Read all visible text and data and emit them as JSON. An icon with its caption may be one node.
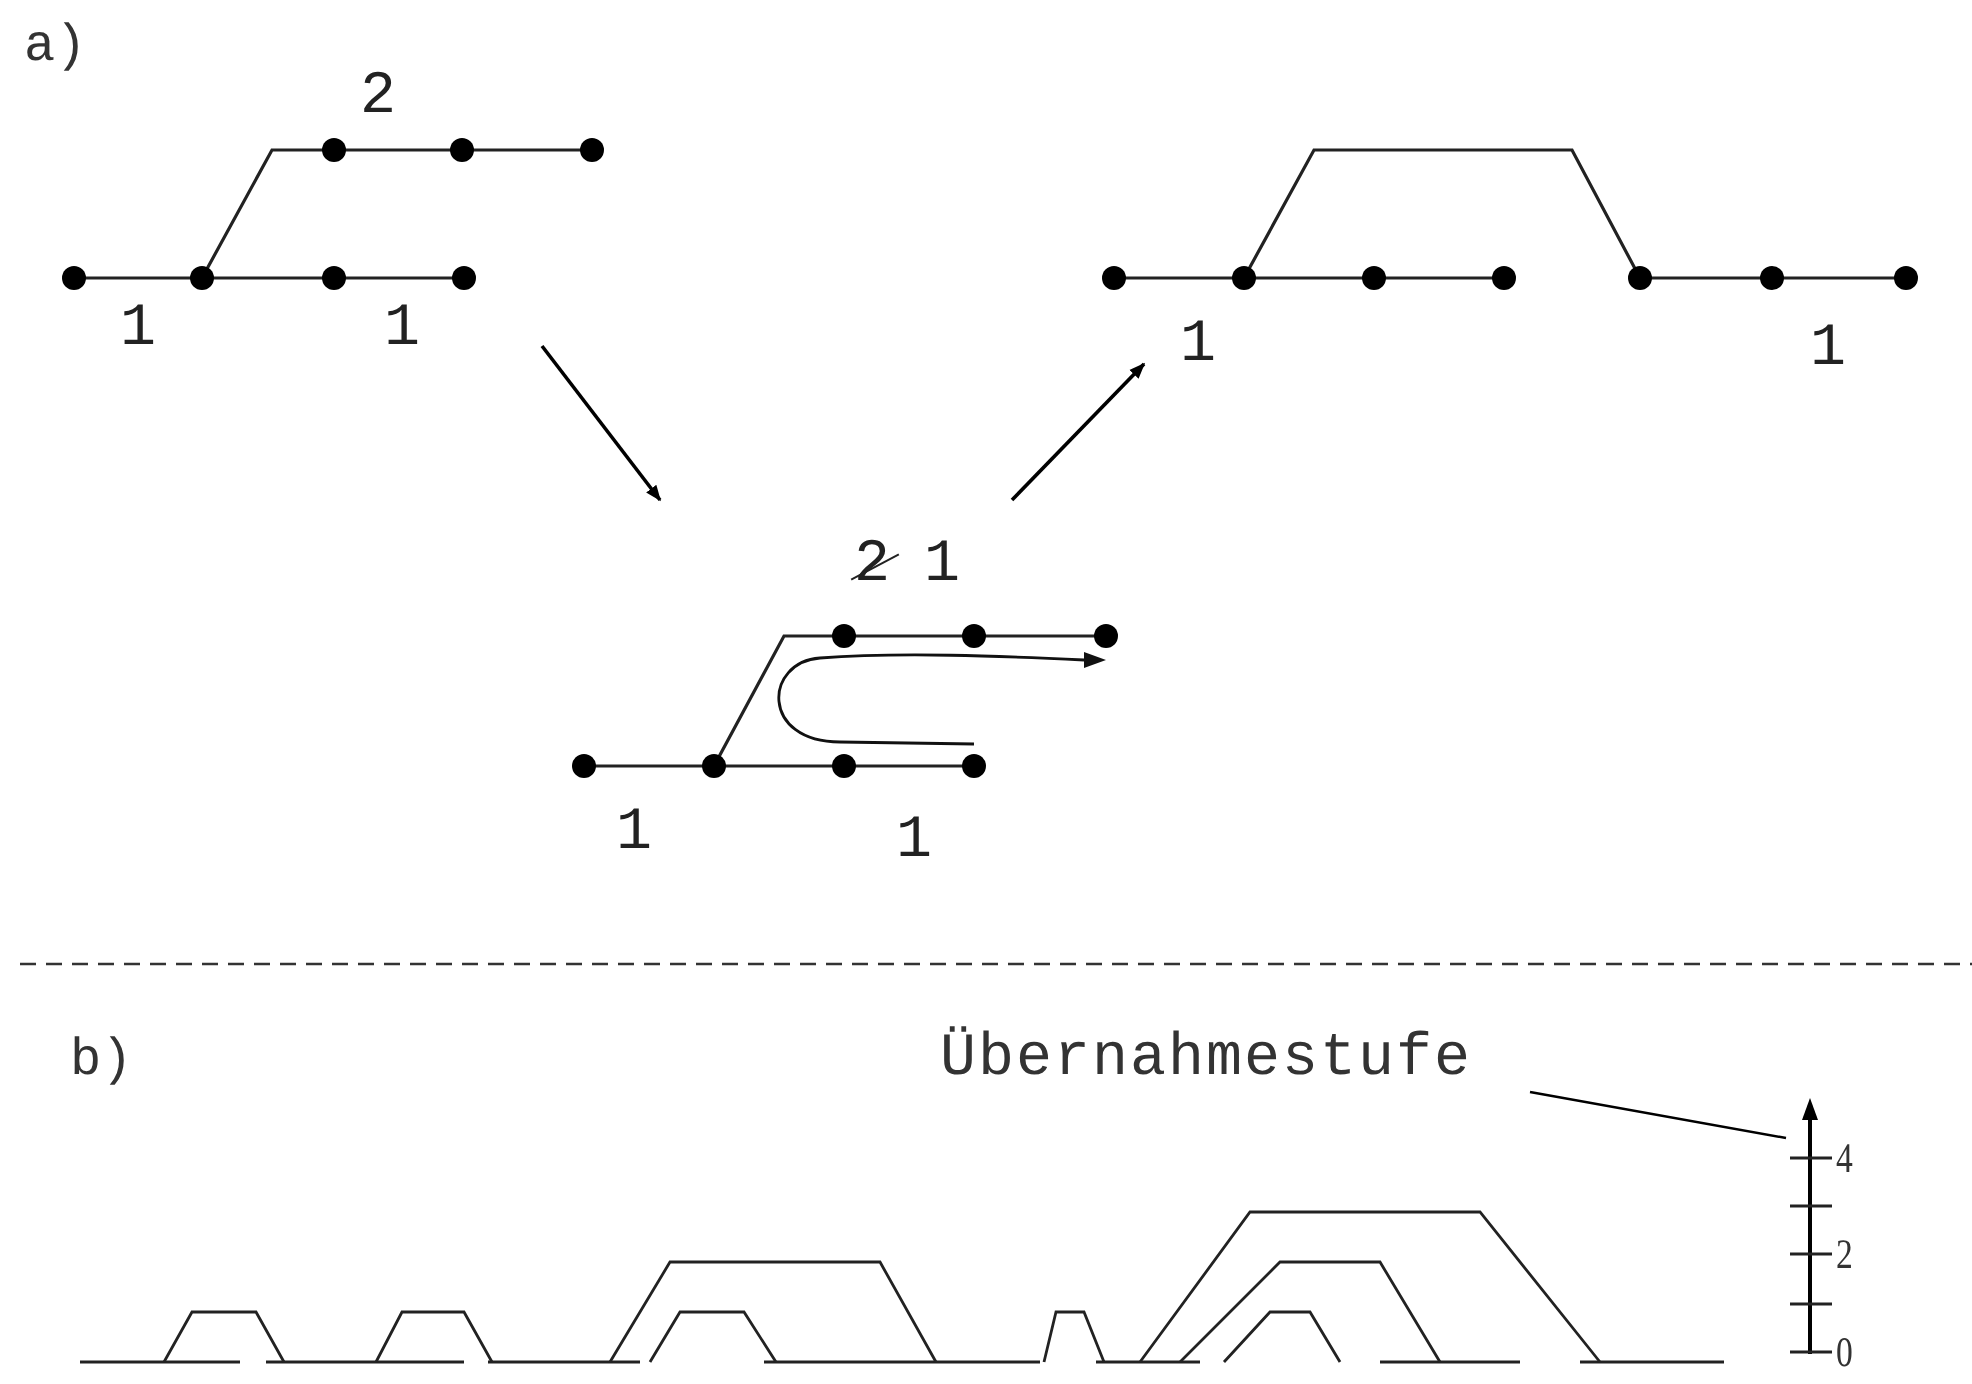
{
  "diagram": {
    "nodes": [
      {
        "text": [
          "2",
          "1",
          "1"
        ]
      },
      {
        "text": [
          "2",
          "1",
          "1",
          "1"
        ]
      },
      {
        "text": [
          "1",
          "1"
        ]
      },
      {
        "text": [
          "Übernahmestufe"
        ]
      },
      {
        "text": [
          "4",
          "2",
          "0"
        ]
      }
    ],
    "edges": [
      {
        "from": 0,
        "to": 1,
        "arrow": "to"
      },
      {
        "from": 1,
        "to": 2,
        "arrow": "to"
      },
      {
        "from": 3,
        "to": 4,
        "arrow": "none"
      }
    ],
    "labels": [
      "a)",
      "b)"
    ]
  }
}
